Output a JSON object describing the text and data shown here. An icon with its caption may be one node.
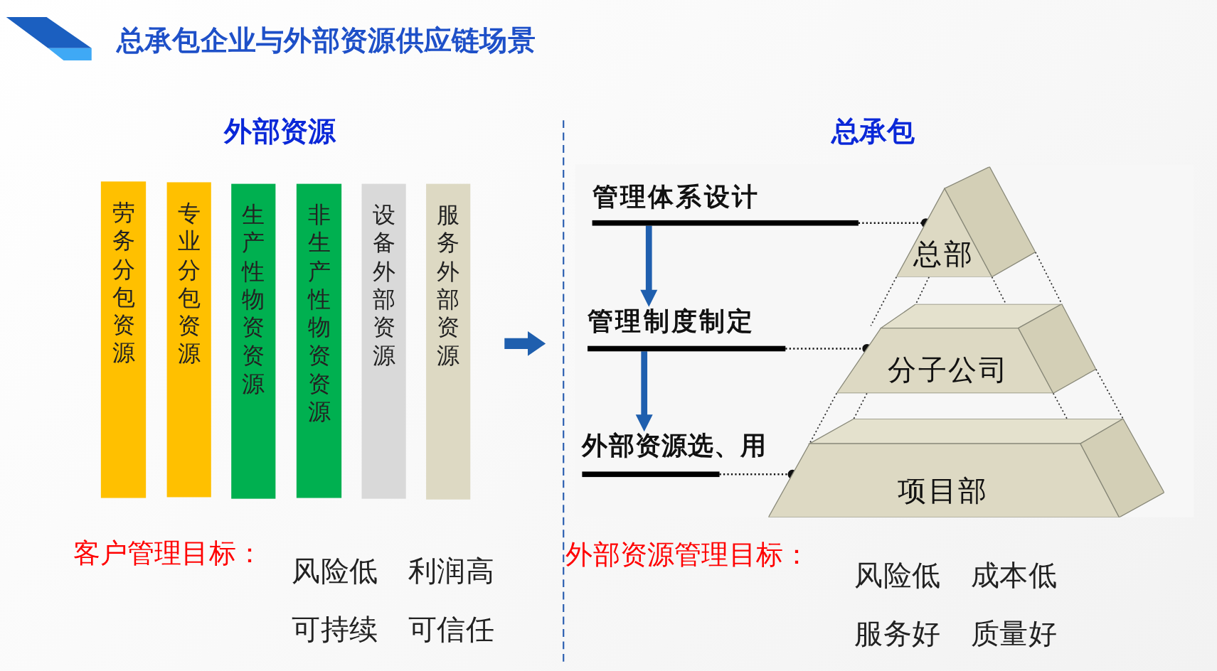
{
  "diagram": {
    "title": "总承包企业与外部资源供应链场景",
    "nodes": [
      {
        "text": [
          "劳务分包资源"
        ]
      },
      {
        "text": [
          "专业分包资源"
        ]
      },
      {
        "text": [
          "生产性物资资源"
        ]
      },
      {
        "text": [
          "非生产性物资资源"
        ]
      },
      {
        "text": [
          "设备外部资源"
        ]
      },
      {
        "text": [
          "服务外部资源"
        ]
      },
      {
        "text": [
          "管理体系设计"
        ]
      },
      {
        "text": [
          "管理制度制定"
        ]
      },
      {
        "text": [
          "外部资源选、用"
        ]
      },
      {
        "text": [
          "总部"
        ]
      },
      {
        "text": [
          "分子公司"
        ]
      },
      {
        "text": [
          "项目部"
        ]
      }
    ],
    "edges": [
      {
        "from": 6,
        "to": 7,
        "arrow": "to",
        "style": "thick",
        "color": "#1f5fae"
      },
      {
        "from": 7,
        "to": 8,
        "arrow": "to",
        "style": "thick",
        "color": "#1f5fae"
      },
      {
        "from": 6,
        "to": 9,
        "arrow": "other",
        "style": "dashed"
      },
      {
        "from": 7,
        "to": 10,
        "arrow": "other",
        "style": "dashed"
      },
      {
        "from": 8,
        "to": 11,
        "arrow": "other",
        "style": "dashed"
      }
    ],
    "labels": [
      "外部资源",
      "总承包",
      "客户管理目标：",
      "风险低",
      "利润高",
      "可持续",
      "可信任",
      "外部资源管理目标：",
      "风险低",
      "成本低",
      "服务好",
      "质量好"
    ]
  }
}
